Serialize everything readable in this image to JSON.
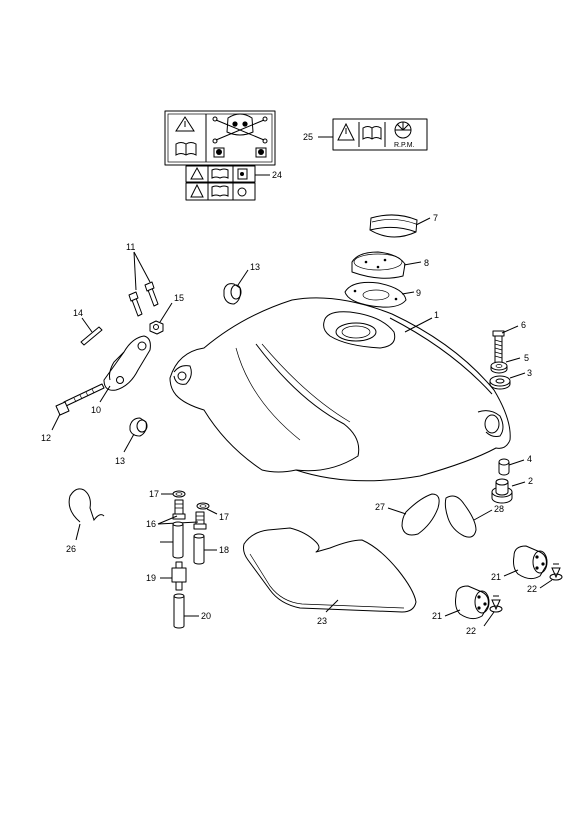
{
  "callouts": {
    "c1": "1",
    "c2": "2",
    "c3": "3",
    "c4": "4",
    "c5": "5",
    "c6": "6",
    "c7": "7",
    "c8": "8",
    "c9": "9",
    "c10": "10",
    "c11": "11",
    "c12": "12",
    "c13a": "13",
    "c13b": "13",
    "c14": "14",
    "c15": "15",
    "c16": "16",
    "c17a": "17",
    "c17b": "17",
    "c18": "18",
    "c19": "19",
    "c20": "20",
    "c21a": "21",
    "c21b": "21",
    "c22a": "22",
    "c22b": "22",
    "c23": "23",
    "c24": "24",
    "c25": "25",
    "c26": "26",
    "c27": "27",
    "c28": "28"
  },
  "labels": {
    "rpm": "R.P.M."
  },
  "colors": {
    "line": "#000000",
    "background": "#ffffff"
  }
}
